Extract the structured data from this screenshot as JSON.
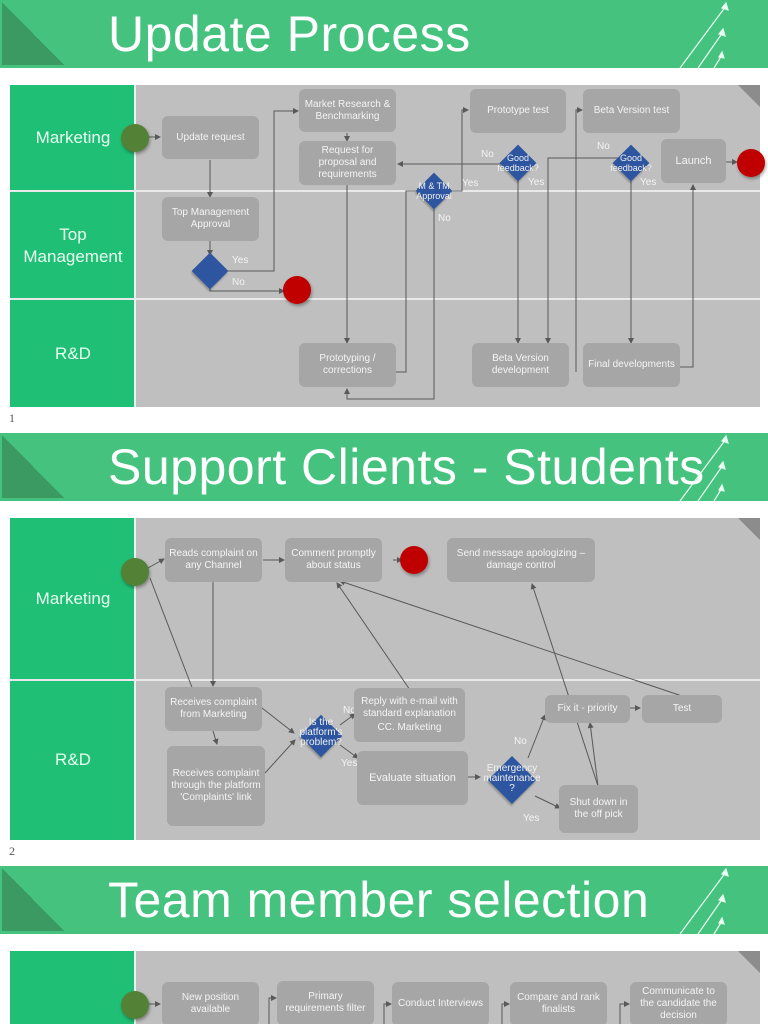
{
  "colors": {
    "banner": "#45c37e",
    "lane_column": "#1fbf75",
    "canvas": "#bfbfbf",
    "process_box": "#a6a6a6",
    "decision": "#2e56a0",
    "start_event": "#538135",
    "end_event": "#c00000"
  },
  "slides": [
    {
      "title": "Update Process",
      "page_number": "1",
      "lanes": [
        "Marketing",
        "Top Management",
        "R&D"
      ],
      "boxes": {
        "update_request": "Update request",
        "top_mgmt_approval": "Top Management Approval",
        "market_research": "Market Research & Benchmarking",
        "request_proposal": "Request for proposal and requirements",
        "prototype_test": "Prototype test",
        "beta_test": "Beta Version test",
        "launch": "Launch",
        "prototyping": "Prototyping / corrections",
        "beta_dev": "Beta Version development",
        "final_dev": "Final developments"
      },
      "decisions": {
        "tm_approval": "",
        "mtm_approval": "M & TM Approval",
        "good_feedback_1": "Good feedback?",
        "good_feedback_2": "Good feedback?"
      },
      "labels": {
        "yes": "Yes",
        "no": "No"
      }
    },
    {
      "title": "Support Clients - Students",
      "page_number": "2",
      "lanes": [
        "Marketing",
        "R&D"
      ],
      "boxes": {
        "reads_complaint": "Reads complaint on any Channel",
        "comment_status": "Comment promptly about status",
        "send_apology": "Send message apologizing – damage control",
        "receives_from_marketing": "Receives complaint from Marketing",
        "receives_platform": "Receives complaint through the platform 'Complaints' link",
        "reply_email": "Reply with e-mail with standard explanation",
        "reply_email_cc": "CC. Marketing",
        "evaluate": "Evaluate situation",
        "fix_priority": "Fix it - priority",
        "test": "Test",
        "shut_down": "Shut down in the off pick"
      },
      "decisions": {
        "platform_problem": "Is the platform's problem?",
        "emergency": "Emergency maintenance ?"
      },
      "labels": {
        "yes": "Yes",
        "no": "No"
      }
    },
    {
      "title": "Team member selection",
      "boxes": {
        "new_position": "New position available",
        "primary_filter": "Primary requirements filter",
        "interviews": "Conduct Interviews",
        "compare_rank": "Compare and rank finalists",
        "communicate": "Communicate to the candidate the decision"
      }
    }
  ]
}
